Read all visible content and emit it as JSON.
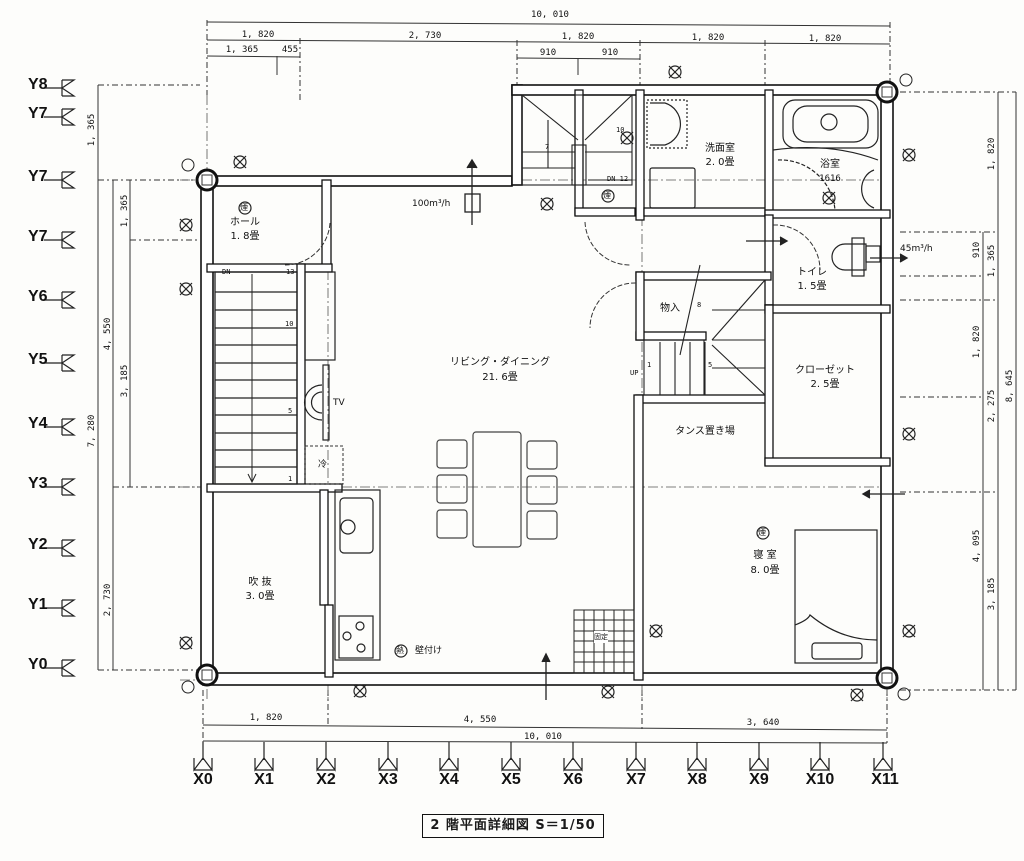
{
  "title": "2 階平面詳細図  S＝1/50",
  "dimensions": {
    "top_total": "10, 010",
    "top_row2": [
      "1, 820",
      "2, 730",
      "1, 820",
      "1, 820",
      "1, 820"
    ],
    "top_row3": [
      "1, 365",
      "455",
      "910",
      "910"
    ],
    "bottom_row1": [
      "1, 820",
      "4, 550",
      "3, 640"
    ],
    "bottom_total": "10, 010",
    "left_outer": [
      "1, 365",
      "7, 280"
    ],
    "left_mid": [
      "4, 550",
      "2, 730"
    ],
    "left_inner": [
      "1, 365",
      "3, 185"
    ],
    "right_inner": [
      "910",
      "1, 820",
      "4, 095"
    ],
    "right_mid": [
      "1, 820",
      "1, 365",
      "2, 275",
      "3, 185"
    ],
    "right_outer": "8, 645"
  },
  "grid_x": [
    "X0",
    "X1",
    "X2",
    "X3",
    "X4",
    "X5",
    "X6",
    "X7",
    "X8",
    "X9",
    "X10",
    "X11"
  ],
  "grid_y": [
    "Y8",
    "Y7",
    "Y7",
    "Y7",
    "Y6",
    "Y5",
    "Y4",
    "Y3",
    "Y2",
    "Y1",
    "Y0"
  ],
  "rooms": {
    "hall": {
      "name": "ホール",
      "size": "1. 8畳"
    },
    "living": {
      "name": "リビング・ダイニング",
      "size": "21. 6畳"
    },
    "washroom": {
      "name": "洗面室",
      "size": "2. 0畳"
    },
    "bath": {
      "name": "浴室",
      "size": "1616"
    },
    "toilet": {
      "name": "トイレ",
      "size": "1. 5畳"
    },
    "storage": {
      "name": "物入"
    },
    "closet": {
      "name": "クローゼット",
      "size": "2. 5畳"
    },
    "tansu": {
      "name": "タンス置き場"
    },
    "bedroom": {
      "name": "寝 室",
      "size": "8. 0畳"
    },
    "void": {
      "name": "吹 抜",
      "size": "3. 0畳"
    }
  },
  "annotations": {
    "vent_living": "100m³/h",
    "vent_toilet": "45m³/h",
    "stair_dn": "DN",
    "stair_up": "UP",
    "stair_13": "13",
    "stair_10": "10",
    "stair_5": "5",
    "stair_1": "1",
    "stair2_10": "10",
    "stair2_7": "7",
    "stair2_dn12": "DN 12",
    "stair2_1": "1",
    "stair2_5": "5",
    "stair2_8": "8",
    "tv": "TV",
    "fridge": "冷",
    "wall_mount": "壁付け",
    "detector_mark": "煙",
    "heat_mark": "熱",
    "fixed": "固定"
  }
}
